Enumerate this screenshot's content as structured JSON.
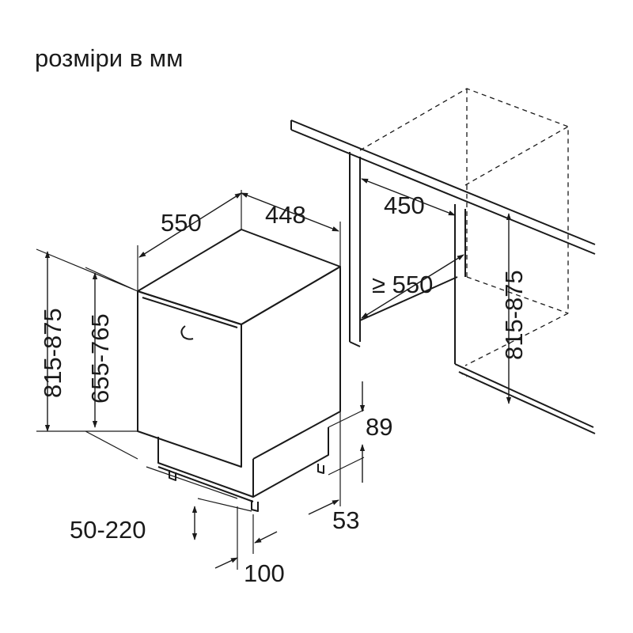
{
  "title": "розміри в мм",
  "dimensions": {
    "depth_appliance": "550",
    "width_appliance": "448",
    "niche_width": "450",
    "niche_depth": "≥ 550",
    "niche_height": "815-875",
    "total_height": "815-875",
    "door_height": "655-765",
    "plinth_top": "89",
    "plinth_gap": "53",
    "plinth_height": "50-220",
    "plinth_depth": "100"
  }
}
